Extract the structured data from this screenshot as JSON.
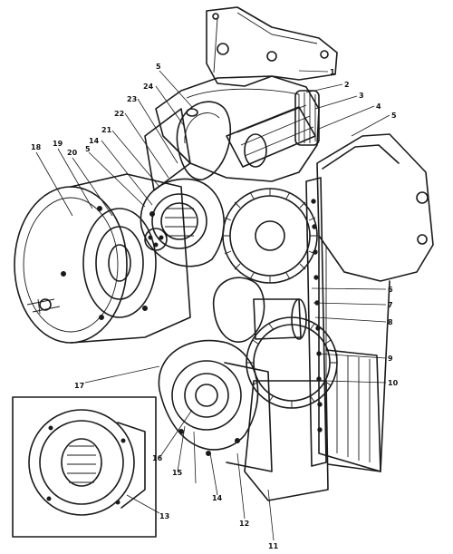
{
  "colors": {
    "ink": "#1a1a1a",
    "paper": "#ffffff"
  },
  "callouts": [
    {
      "id": "l1",
      "text": "1"
    },
    {
      "id": "l2",
      "text": "2"
    },
    {
      "id": "l3",
      "text": "3"
    },
    {
      "id": "l4",
      "text": "4"
    },
    {
      "id": "l5a",
      "text": "5"
    },
    {
      "id": "l5b",
      "text": "5"
    },
    {
      "id": "l5c",
      "text": "5"
    },
    {
      "id": "l6",
      "text": "6"
    },
    {
      "id": "l7",
      "text": "7"
    },
    {
      "id": "l8",
      "text": "8"
    },
    {
      "id": "l9",
      "text": "9"
    },
    {
      "id": "l10",
      "text": "10"
    },
    {
      "id": "l11",
      "text": "11"
    },
    {
      "id": "l12",
      "text": "12"
    },
    {
      "id": "l13",
      "text": "13"
    },
    {
      "id": "l14a",
      "text": "14"
    },
    {
      "id": "l14b",
      "text": "14"
    },
    {
      "id": "l15",
      "text": "15"
    },
    {
      "id": "l16",
      "text": "16"
    },
    {
      "id": "l17",
      "text": "17"
    },
    {
      "id": "l18",
      "text": "18"
    },
    {
      "id": "l19",
      "text": "19"
    },
    {
      "id": "l20",
      "text": "20"
    },
    {
      "id": "l21",
      "text": "21"
    },
    {
      "id": "l22",
      "text": "22"
    },
    {
      "id": "l23",
      "text": "23"
    },
    {
      "id": "l24",
      "text": "24"
    }
  ]
}
